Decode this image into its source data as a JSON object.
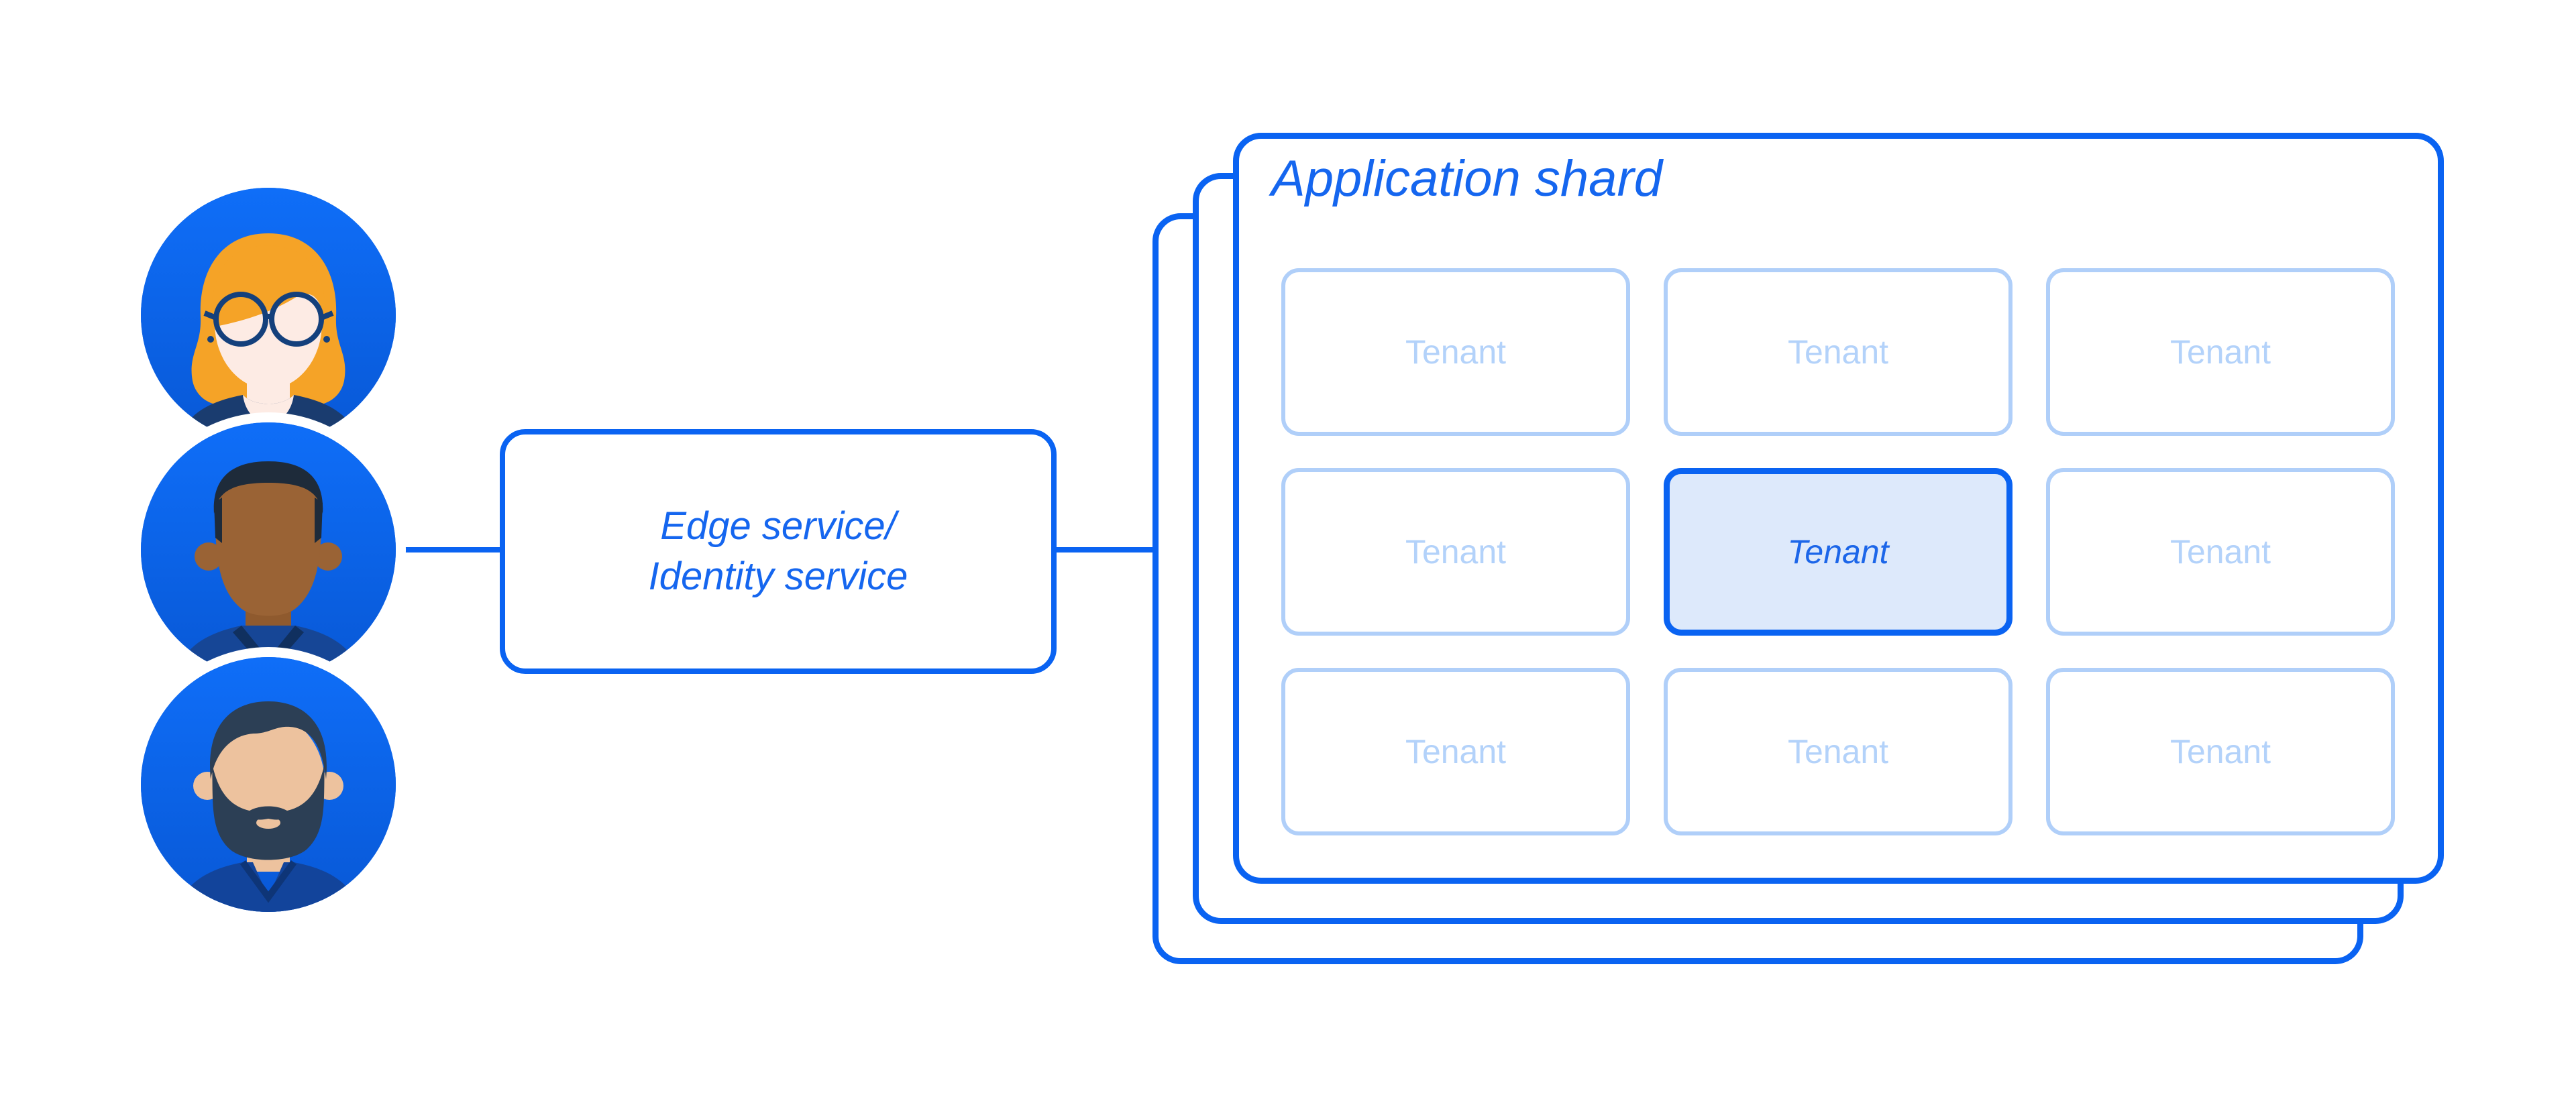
{
  "edge_service_box": {
    "line1": "Edge service/",
    "line2": "Identity service"
  },
  "application_shard": {
    "title": "Application shard",
    "stack_count": 3,
    "grid": {
      "rows": 3,
      "cols": 3
    },
    "highlighted_cell_index": 4,
    "cells": [
      {
        "label": "Tenant",
        "highlighted": false
      },
      {
        "label": "Tenant",
        "highlighted": false
      },
      {
        "label": "Tenant",
        "highlighted": false
      },
      {
        "label": "Tenant",
        "highlighted": false
      },
      {
        "label": "Tenant",
        "highlighted": true
      },
      {
        "label": "Tenant",
        "highlighted": false
      },
      {
        "label": "Tenant",
        "highlighted": false
      },
      {
        "label": "Tenant",
        "highlighted": false
      },
      {
        "label": "Tenant",
        "highlighted": false
      }
    ]
  },
  "avatars": [
    {
      "icon": "woman-glasses-avatar-icon"
    },
    {
      "icon": "man-short-hair-avatar-icon"
    },
    {
      "icon": "man-beard-avatar-icon"
    }
  ],
  "colors": {
    "primary_blue": "#0a63f2",
    "heading_text_blue": "#1566ef",
    "tenant_light_blue": "#b3d2fa",
    "tenant_border_light": "#b0cff9",
    "highlight_fill": "#dde9fb",
    "highlight_text": "#1c66e9",
    "avatar_circle_blue": "#0a66f5"
  }
}
